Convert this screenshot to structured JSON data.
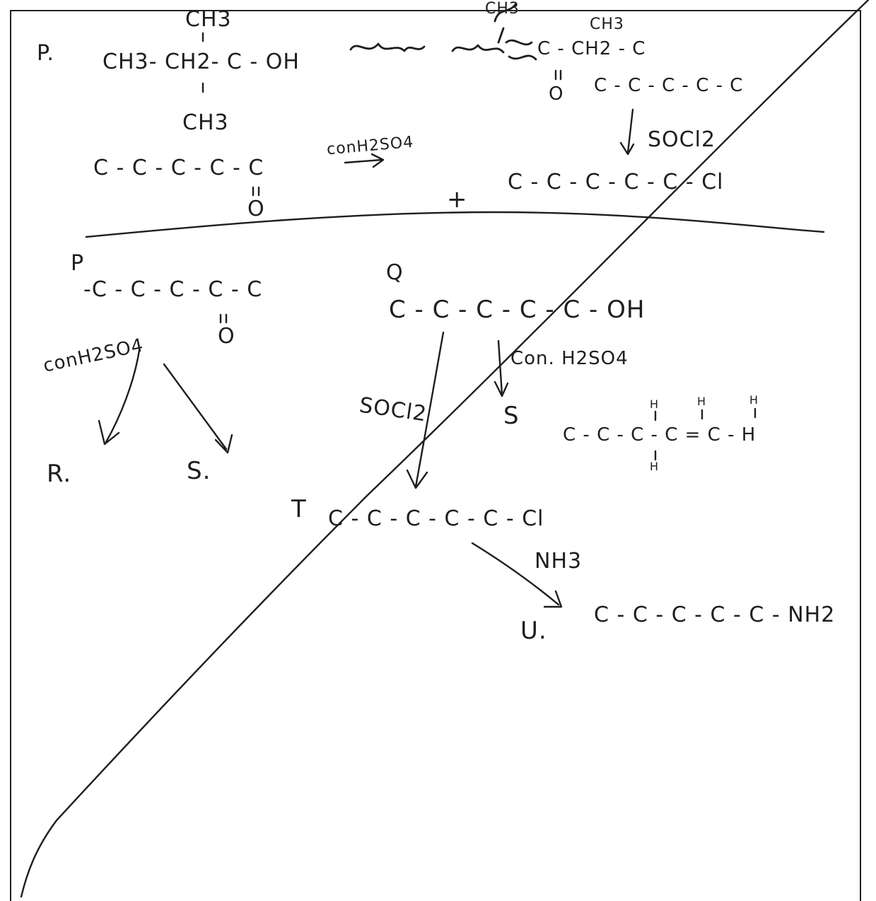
{
  "top": {
    "label_p": "P.",
    "struct_ch3_top": "CH3",
    "struct_main": "CH3- CH2- C - OH",
    "struct_ch3_bottom": "CH3",
    "ketone_chain": "C - C - C - C - C",
    "ketone_o": "O",
    "ketone_reagent": "conH2SO4",
    "plus": "+",
    "right_ch3_top": "CH3",
    "right_ch3_second": "CH3",
    "right_chain1": "C - CH2 - C",
    "right_o": "O",
    "right_chain2": "C - C - C - C - C",
    "soci2": "SOCl2",
    "chloride_chain": "C - C - C - C - C - Cl"
  },
  "bottom": {
    "p_label": "P",
    "p_chain": "-C - C - C - C - C",
    "p_o": "O",
    "reagent_left": "conH2SO4",
    "label_r": "R.",
    "label_s": "S.",
    "q_label": "Q",
    "q_chain": "C - C - C - C - C - OH",
    "q_reagent": "Con. H2SO4",
    "socl2": "SOCl2",
    "s_label": "S",
    "alkene": "C - C - C - C = C - H",
    "alkene_h_labels": [
      "H",
      "H",
      "H"
    ],
    "alkene_h_below": "H",
    "t_label": "T",
    "t_chain": "C - C - C - C - C - Cl",
    "nh3": "NH3",
    "u_label": "U.",
    "amine": "C - C - C - C - C - NH2"
  }
}
